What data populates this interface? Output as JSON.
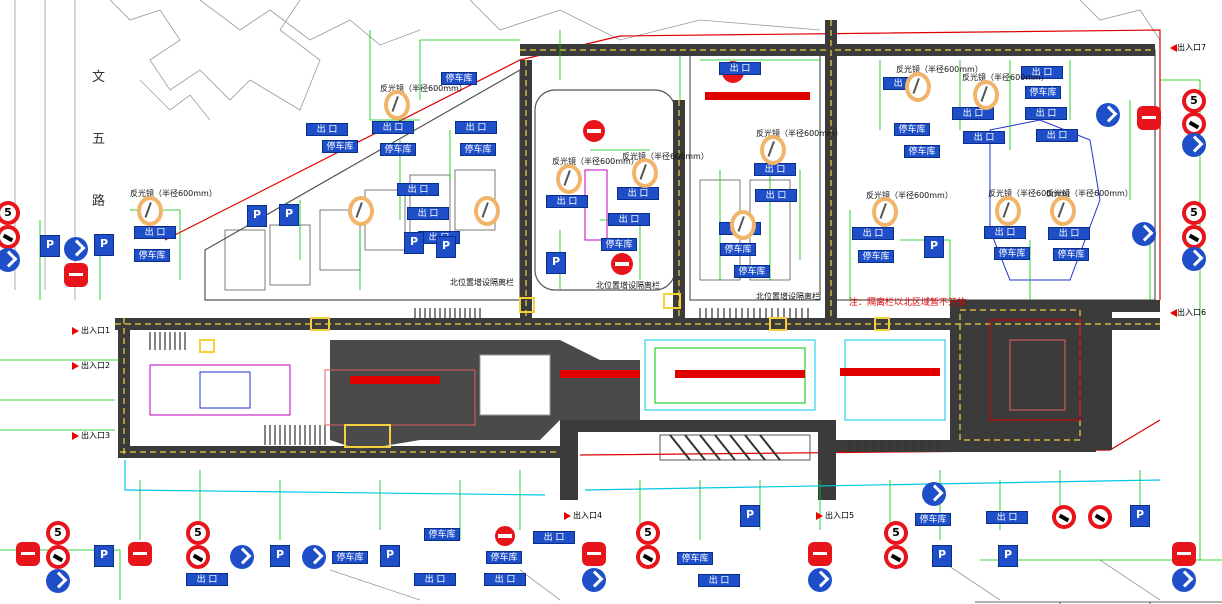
{
  "labels": {
    "exit": "出 口",
    "parking": "停车库",
    "mirror": "反光镜（半径600mm）",
    "road_char1": "文",
    "road_char2": "五",
    "road_char3": "路",
    "zone_north_west": "北位置增设隔离栏",
    "zone_north_mid": "北位置增设隔离栏",
    "zone_north_east": "北位置增设隔离栏",
    "note_closed": "注：隔离栏以北区域暂不开放",
    "entrance_1": "出入口1",
    "entrance_2": "出入口2",
    "entrance_3": "出入口3",
    "entrance_4": "出入口4",
    "entrance_5": "出入口5",
    "entrance_6": "出入口6",
    "entrance_7": "出入口7"
  },
  "colors": {
    "road": "#3b3b3b",
    "green_line": "#00c400",
    "red_line": "#e00000",
    "cyan_line": "#00c8e8",
    "blue_sign": "#1f4fc8",
    "yellow_mark": "#f4d03f",
    "mirror_ring": "#f1b46b"
  }
}
